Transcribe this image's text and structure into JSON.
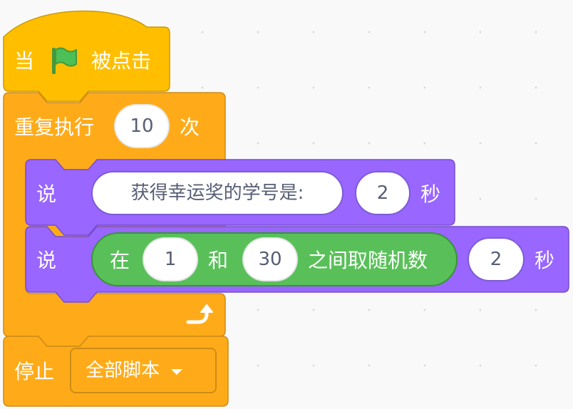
{
  "colors": {
    "events": "#FFBF00",
    "events_border": "#CC9900",
    "control": "#FFAB19",
    "control_border": "#CF8B17",
    "looks": "#9966FF",
    "looks_border": "#774DCB",
    "operators": "#59C059",
    "operators_border": "#389438",
    "flag": "#4CBF56",
    "workspace": "#F9F9F9"
  },
  "hat_block": {
    "prefix": "当",
    "icon": "green-flag-icon",
    "suffix": "被点击"
  },
  "repeat_block": {
    "label": "重复执行",
    "times": "10",
    "suffix": "次",
    "end_icon": "loop-arrow-icon"
  },
  "say_block_1": {
    "label": "说",
    "message": "获得幸运奖的学号是:",
    "seconds": "2",
    "unit": "秒"
  },
  "say_block_2": {
    "label": "说",
    "random": {
      "prefix": "在",
      "from": "1",
      "middle": "和",
      "to": "30",
      "suffix": "之间取随机数"
    },
    "seconds": "2",
    "unit": "秒"
  },
  "stop_block": {
    "label": "停止",
    "option": "全部脚本"
  }
}
